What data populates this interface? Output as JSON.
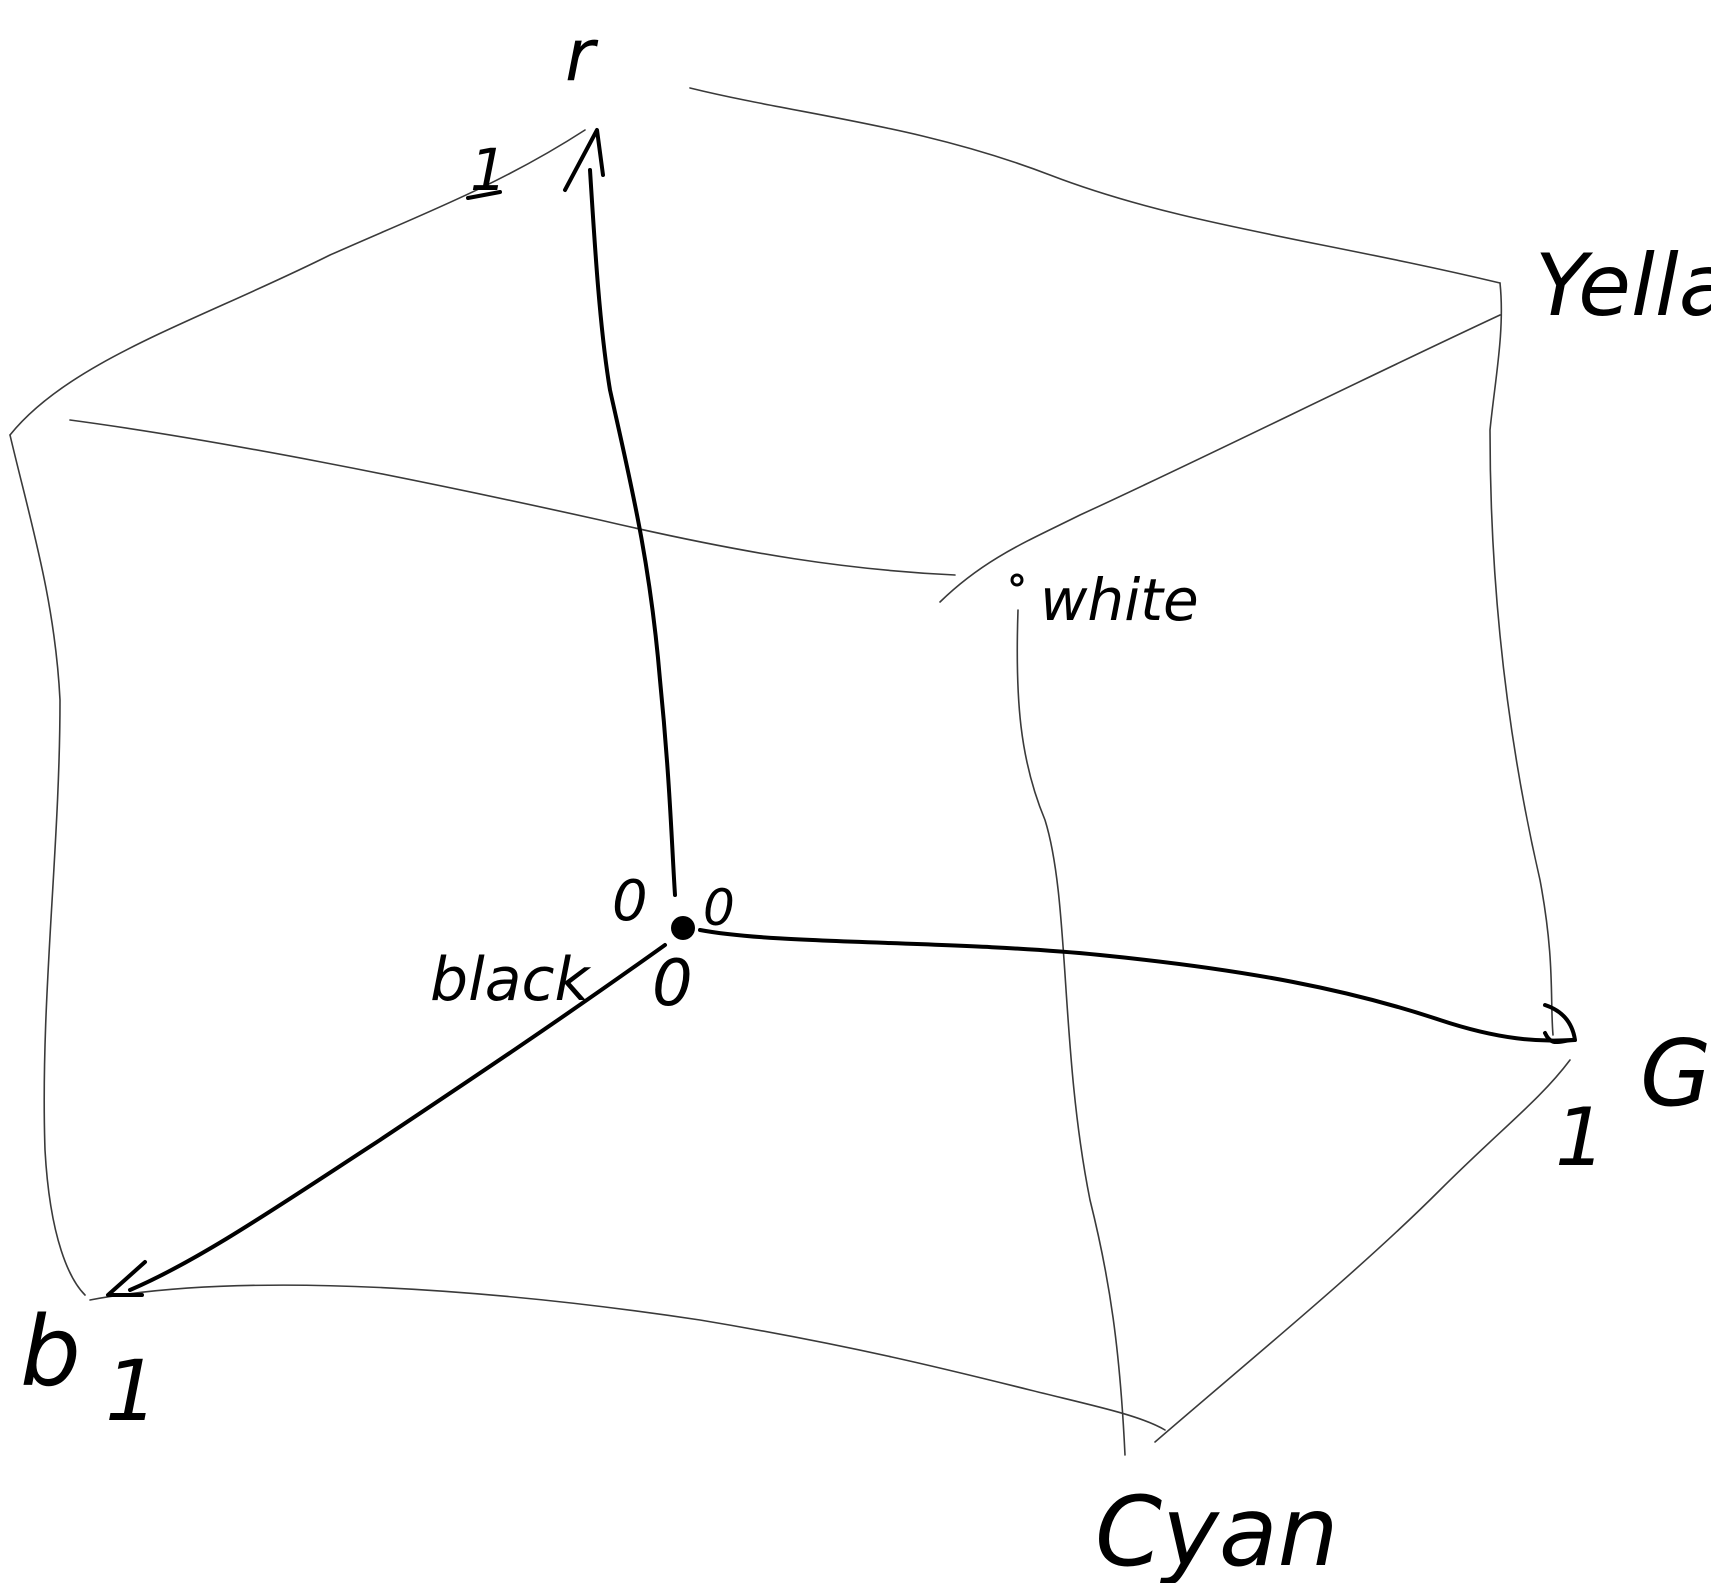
{
  "axes": {
    "vertical": {
      "name": "r",
      "tick": "1"
    },
    "depth": {
      "name": "b",
      "tick": "1"
    },
    "horizontal": {
      "name": "G",
      "tick": "1"
    }
  },
  "origin": {
    "label": "black",
    "coords": [
      "0",
      "0",
      "0"
    ]
  },
  "vertices": {
    "white": "white",
    "yellow": "Yella",
    "cyan": "Cyan"
  }
}
